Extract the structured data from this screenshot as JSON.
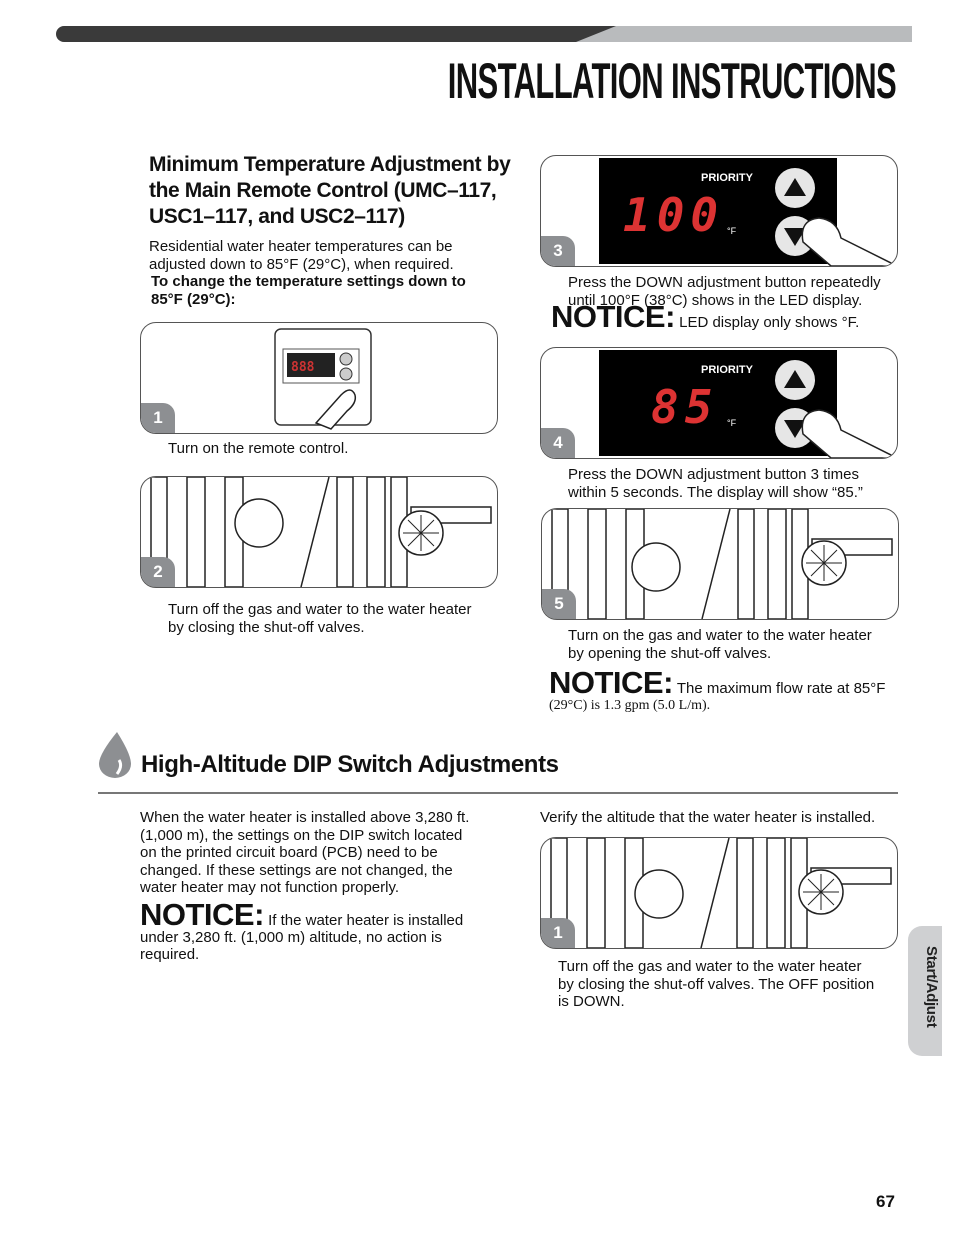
{
  "header": {
    "title": "INSTALLATION INSTRUCTIONS"
  },
  "min_temp": {
    "title_line1": "Minimum Temperature Adjustment by",
    "title_line2": "the Main Remote Control (UMC–117,",
    "title_line3": "USC1–117, and USC2–117)",
    "intro_line1": "Residential water heater temperatures can be",
    "intro_line2": "adjusted down to 85°F (29°C), when required.",
    "bold_line1": "To change the temperature settings down to",
    "bold_line2": "85°F (29°C):",
    "steps": [
      {
        "num": "1",
        "line1": "Turn on the remote control.",
        "line2": ""
      },
      {
        "num": "2",
        "line1": "Turn off the gas and water to the water heater",
        "line2": "by closing the shut-off valves."
      },
      {
        "num": "3",
        "line1": "Press the DOWN adjustment button repeatedly",
        "line2": "until 100°F (38°C) shows in the LED display."
      },
      {
        "num": "4",
        "line1": "Press the DOWN adjustment button 3 times",
        "line2": "within 5 seconds. The display will show “85.”"
      },
      {
        "num": "5",
        "line1": "Turn on the gas and water to the water heater",
        "line2": "by opening the shut-off valves."
      }
    ],
    "lcd3": {
      "label": "PRIORITY",
      "digits": "100",
      "unit": "°F"
    },
    "lcd4": {
      "label": "PRIORITY",
      "digits": "85",
      "unit": "°F"
    },
    "notice1": {
      "word": "NOTICE:",
      "text": "LED display only shows °F."
    },
    "notice2": {
      "word": "NOTICE:",
      "text": "The maximum flow rate at 85°F",
      "text2": "(29°C) is 1.3 gpm (5.0 L/m)."
    }
  },
  "high_altitude": {
    "title": "High-Altitude DIP Switch Adjustments",
    "para_line1": "When the water heater is installed above 3,280 ft.",
    "para_line2": "(1,000 m), the settings on the DIP switch located",
    "para_line3": "on the printed circuit board (PCB) need to be",
    "para_line4": "changed. If these settings are not changed, the",
    "para_line5": "water heater may not function properly.",
    "notice": {
      "word": "NOTICE:",
      "text": "If the water heater is installed",
      "text2": "under 3,280 ft. (1,000 m) altitude, no action is",
      "text3": "required."
    },
    "verify": "Verify the altitude that the water heater is installed.",
    "step": {
      "num": "1",
      "line1": "Turn off the gas and water to the water heater",
      "line2": "by closing the shut-off valves. The OFF position",
      "line3": "is DOWN."
    }
  },
  "side_tab": "Start/Adjust",
  "page_number": "67",
  "colors": {
    "bar_dark": "#3a3a3a",
    "bar_light": "#b9bbbd",
    "step_badge": "#8d8f92",
    "lcd_digit": "#dd3333"
  }
}
